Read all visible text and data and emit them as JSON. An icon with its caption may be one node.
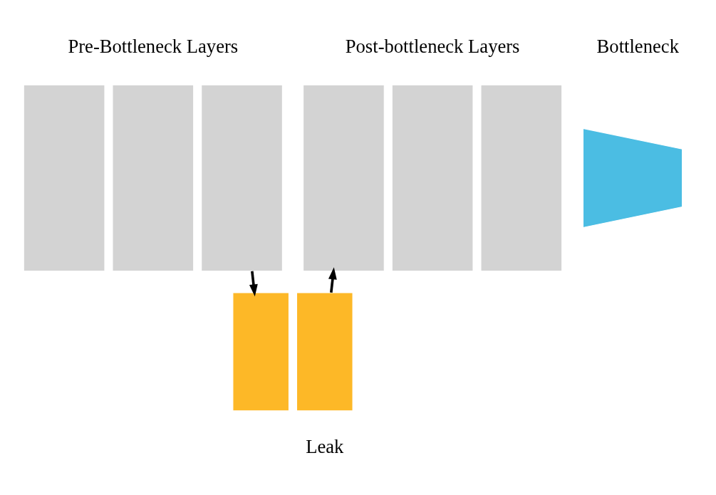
{
  "diagram": {
    "nodes": [
      {
        "text": [],
        "shape": "box"
      },
      {
        "text": [],
        "shape": "box"
      },
      {
        "text": [],
        "shape": "box"
      },
      {
        "text": [],
        "shape": "trapezoid"
      },
      {
        "text": [],
        "shape": "box"
      },
      {
        "text": [],
        "shape": "box"
      },
      {
        "text": [],
        "shape": "box"
      },
      {
        "text": [],
        "shape": "box"
      },
      {
        "text": [],
        "shape": "box"
      }
    ],
    "edges": [
      {
        "from": 2,
        "to": 7,
        "arrow": "to"
      },
      {
        "from": 8,
        "to": 4,
        "arrow": "to"
      }
    ],
    "labels": [
      "Pre-Bottleneck Layers",
      "Bottleneck",
      "Post-bottleneck Layers",
      "Leak"
    ]
  }
}
